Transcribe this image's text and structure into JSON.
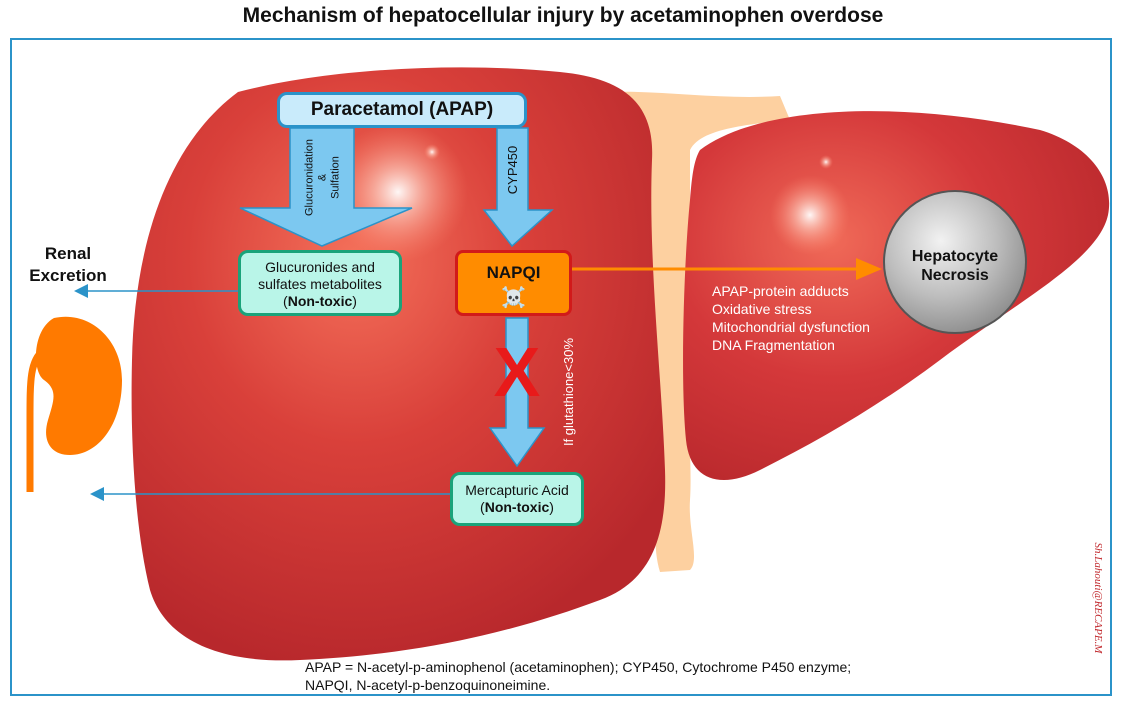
{
  "title": "Mechanism of hepatocellular injury by acetaminophen overdose",
  "nodes": {
    "apap": "Paracetamol (APAP)",
    "glucuronides_line1": "Glucuronides and",
    "glucuronides_line2": "sulfates metabolites",
    "glucuronides_line3_open": "(",
    "glucuronides_line3_bold": "Non-toxic",
    "glucuronides_line3_close": ")",
    "napqi": "NAPQI",
    "napqi_icon": "☠️",
    "mercapturic_line1": "Mercapturic Acid",
    "mercapturic_line2_open": "(",
    "mercapturic_line2_bold": "Non-toxic",
    "mercapturic_line2_close": ")",
    "necrosis_line1": "Hepatocyte",
    "necrosis_line2": "Necrosis"
  },
  "pathway_labels": {
    "glucuronidation_line1": "Glucuronidation",
    "glucuronidation_line2": "&",
    "glucuronidation_line3": "Sulfation",
    "cyp450": "CYP450",
    "glutathione": "If glutathione<30%",
    "block_mark": "X"
  },
  "renal": {
    "line1": "Renal",
    "line2": "Excretion"
  },
  "effects": [
    "APAP-protein adducts",
    "Oxidative stress",
    "Mitochondrial dysfunction",
    "DNA Fragmentation"
  ],
  "footnote": {
    "line1": "APAP = N-acetyl-p-aminophenol (acetaminophen); CYP450, Cytochrome P450 enzyme;",
    "line2": "NAPQI, N-acetyl-p-benzoquinoneimine."
  },
  "signature": "Sh.Lahouti@RECAPE.M",
  "colors": {
    "liver": "#d6383a",
    "frame": "#2b93c9",
    "arrow_blue": "#7cc8f0",
    "arrow_orange": "#ff8c00",
    "non_toxic_fill": "#b9f5e8",
    "kidney": "#ff7a00",
    "block_x": "#e81a1a"
  }
}
